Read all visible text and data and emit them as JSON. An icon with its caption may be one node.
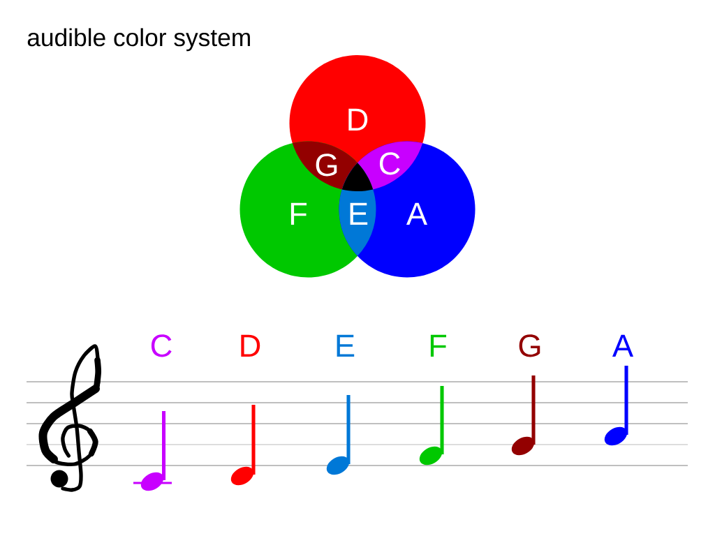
{
  "diagram": {
    "title": "audible color system",
    "nodes": [
      {
        "text": [
          "D"
        ]
      },
      {
        "text": [
          "G"
        ]
      },
      {
        "text": [
          "C"
        ]
      },
      {
        "text": [
          "F"
        ]
      },
      {
        "text": [
          "E"
        ]
      },
      {
        "text": [
          "A"
        ]
      }
    ],
    "labels": [
      "C",
      "D",
      "E",
      "F",
      "G",
      "A"
    ]
  }
}
